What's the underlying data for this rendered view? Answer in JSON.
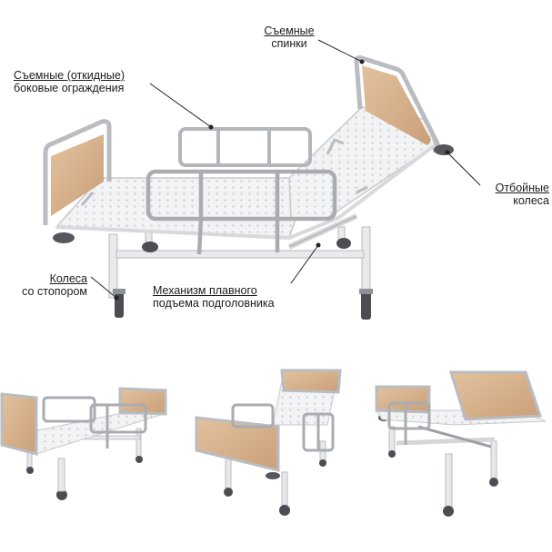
{
  "labels": {
    "side_rails": {
      "line1": "Съемные (откидные)",
      "line2": "боковые ограждения"
    },
    "headboards": {
      "line1": "Съемные",
      "line2": "спинки"
    },
    "bumper_wheels": {
      "line1": "Отбойные",
      "line2": "колеса"
    },
    "lock_wheels": {
      "line1": "Колеса",
      "line2": "со стопором"
    },
    "mechanism": {
      "line1": "Механизм плавного",
      "line2": "подъема подголовника"
    }
  },
  "colors": {
    "frame": "#b9bcc1",
    "frame_dark": "#8e9297",
    "panel": "#d9b48e",
    "deck": "#f3f4f5",
    "wheel": "#4b4d52",
    "leader": "#222222"
  }
}
